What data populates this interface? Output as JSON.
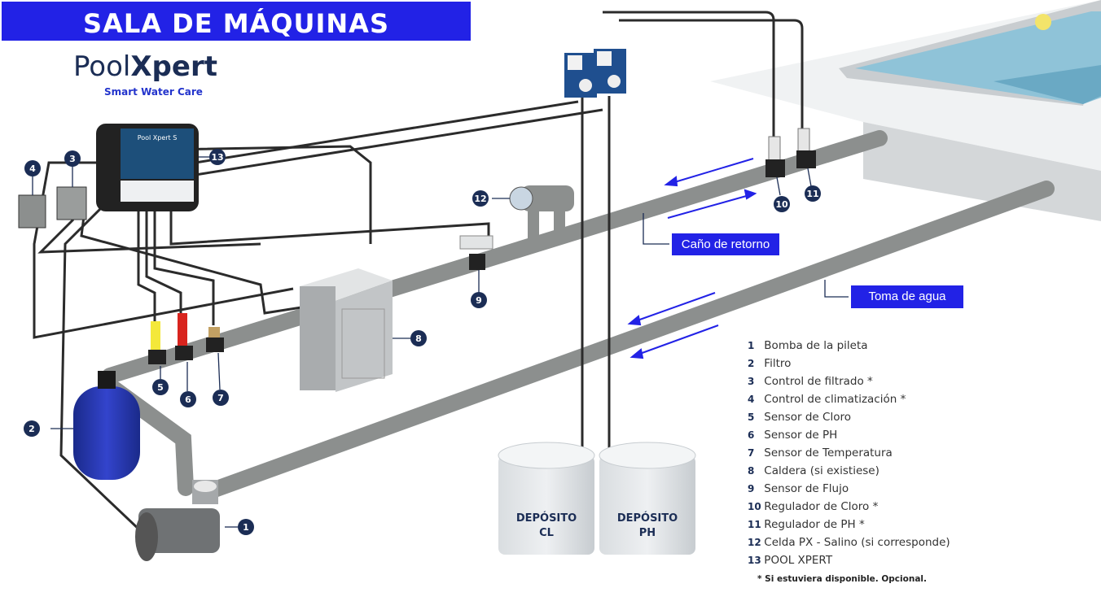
{
  "header": {
    "title": "SALA DE MÁQUINAS"
  },
  "brand": {
    "name_part1": "Pool",
    "name_part2": "Xpert",
    "tagline": "Smart Water Care"
  },
  "device": {
    "screen_brand": "Pool Xpert S"
  },
  "labels": {
    "return_pipe": "Caño de retorno",
    "water_intake": "Toma de agua"
  },
  "tanks": [
    {
      "line1": "DEPÓSITO",
      "line2": "CL"
    },
    {
      "line1": "DEPÓSITO",
      "line2": "PH"
    }
  ],
  "callouts": [
    "1",
    "2",
    "3",
    "4",
    "5",
    "6",
    "7",
    "8",
    "9",
    "10",
    "11",
    "12",
    "13"
  ],
  "legend": [
    {
      "n": "1",
      "text": "Bomba de la pileta"
    },
    {
      "n": "2",
      "text": "Filtro"
    },
    {
      "n": "3",
      "text": "Control de filtrado *"
    },
    {
      "n": "4",
      "text": "Control de climatización *"
    },
    {
      "n": "5",
      "text": "Sensor de Cloro"
    },
    {
      "n": "6",
      "text": "Sensor de PH"
    },
    {
      "n": "7",
      "text": "Sensor de Temperatura"
    },
    {
      "n": "8",
      "text": "Caldera (si existiese)"
    },
    {
      "n": "9",
      "text": "Sensor de Flujo"
    },
    {
      "n": "10",
      "text": "Regulador de Cloro *"
    },
    {
      "n": "11",
      "text": "Regulador de PH *"
    },
    {
      "n": "12",
      "text": "Celda PX - Salino (si corresponde)"
    },
    {
      "n": "13",
      "text": "POOL XPERT"
    }
  ],
  "footnote": "* Si estuviera disponible. Opcional.",
  "colors": {
    "accent": "#2222e6",
    "navy": "#1b2d55",
    "pipe": "#8c8f8e",
    "cable": "#2b2b2b"
  }
}
